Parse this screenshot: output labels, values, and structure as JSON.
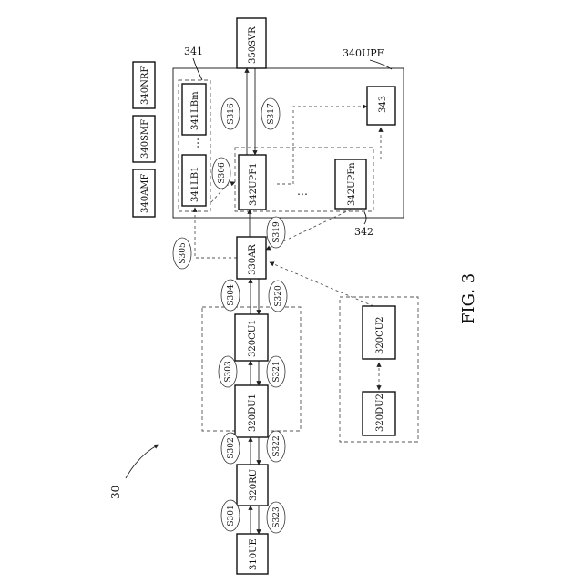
{
  "figure": {
    "ref": "30",
    "caption": "FIG. 3"
  },
  "nodes": {
    "ue": "310UE",
    "ru": "320RU",
    "du1": "320DU1",
    "cu1": "320CU1",
    "ar": "330AR",
    "upf1": "342UPF1",
    "upfn": "342UPFn",
    "lb1": "341LB1",
    "lbm": "341LBm",
    "n343": "343",
    "svr": "350SVR",
    "amf": "340AMF",
    "smf": "340SMF",
    "nrf": "340NRF",
    "cu2": "320CU2",
    "du2": "320DU2"
  },
  "labels": {
    "upf_group": "340UPF",
    "lb_group": "341",
    "upf_set": "342",
    "dots_h": "…",
    "dots_v": "…"
  },
  "steps": [
    "S301",
    "S302",
    "S303",
    "S304",
    "S305",
    "S306",
    "S316",
    "S317",
    "S319",
    "S320",
    "S321",
    "S322",
    "S323"
  ]
}
